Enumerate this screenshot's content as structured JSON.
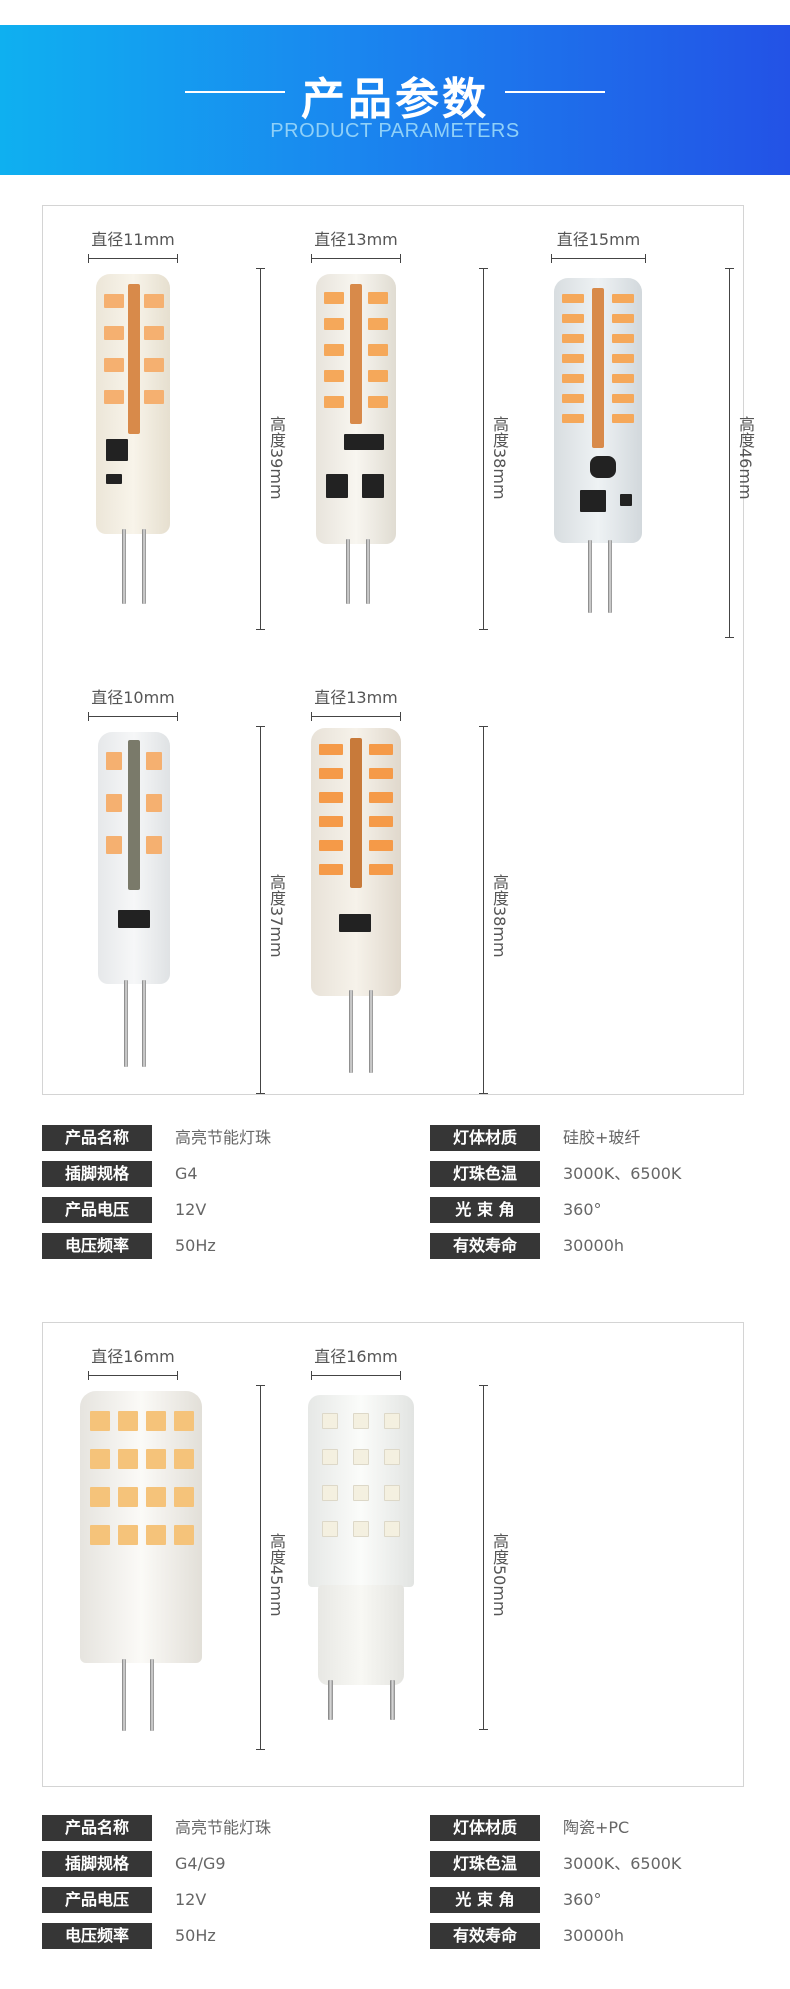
{
  "banner": {
    "title": "产品参数",
    "subtitle": "PRODUCT PARAMETERS"
  },
  "panel1": {
    "products": [
      {
        "width_label": "直径11mm",
        "height_label": "高度39mm"
      },
      {
        "width_label": "直径13mm",
        "height_label": "高度38mm"
      },
      {
        "width_label": "直径15mm",
        "height_label": "高度46mm"
      },
      {
        "width_label": "直径10mm",
        "height_label": "高度37mm"
      },
      {
        "width_label": "直径13mm",
        "height_label": "高度38mm"
      }
    ],
    "specs": [
      {
        "key": "产品名称",
        "value": "高亮节能灯珠"
      },
      {
        "key": "灯体材质",
        "value": "硅胶+玻纤"
      },
      {
        "key": "插脚规格",
        "value": "G4"
      },
      {
        "key": "灯珠色温",
        "value": "3000K、6500K"
      },
      {
        "key": "产品电压",
        "value": "12V"
      },
      {
        "key": "光 束 角",
        "value": "360°"
      },
      {
        "key": "电压频率",
        "value": "50Hz"
      },
      {
        "key": "有效寿命",
        "value": "30000h"
      }
    ]
  },
  "panel2": {
    "products": [
      {
        "width_label": "直径16mm",
        "height_label": "高度45mm"
      },
      {
        "width_label": "直径16mm",
        "height_label": "高度50mm"
      }
    ],
    "specs": [
      {
        "key": "产品名称",
        "value": "高亮节能灯珠"
      },
      {
        "key": "灯体材质",
        "value": "陶瓷+PC"
      },
      {
        "key": "插脚规格",
        "value": "G4/G9"
      },
      {
        "key": "灯珠色温",
        "value": "3000K、6500K"
      },
      {
        "key": "产品电压",
        "value": "12V"
      },
      {
        "key": "光 束 角",
        "value": "360°"
      },
      {
        "key": "电压频率",
        "value": "50Hz"
      },
      {
        "key": "有效寿命",
        "value": "30000h"
      }
    ]
  },
  "colors": {
    "banner_start": "#0fb0f0",
    "banner_end": "#2352e6",
    "spec_key_bg": "#363636",
    "warm_led": "#f5b070",
    "cool_led": "#f4f0e0"
  }
}
